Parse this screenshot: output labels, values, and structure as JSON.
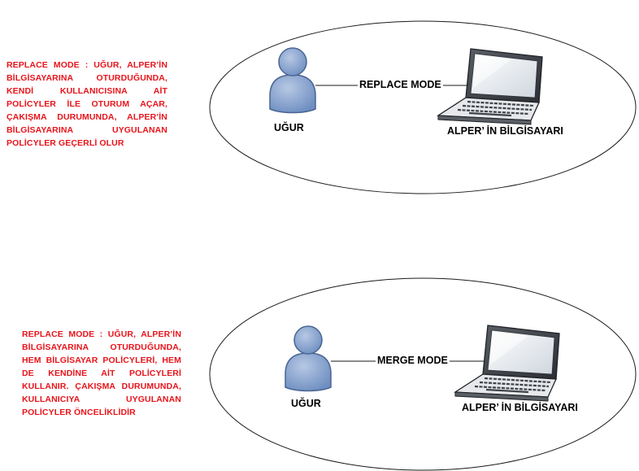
{
  "scenarios": [
    {
      "note": "REPLACE MODE :  UĞUR, ALPER’İN BİLGİSAYARINA OTURDUĞUNDA, KENDİ KULLANICISINA AİT POLİCYLER İLE OTURUM AÇAR, ÇAKIŞMA DURUMUNDA, ALPER’İN BİLGİSAYARINA UYGULANAN POLİCYLER GEÇERLİ OLUR",
      "user_label": "UĞUR",
      "computer_label": "ALPER’ İN BİLGİSAYARI",
      "mode_label": "REPLACE MODE"
    },
    {
      "note": "REPLACE MODE :  UĞUR, ALPER’İN BİLGİSAYARINA OTURDUĞUNDA, HEM BİLGİSAYAR POLİCYLERİ, HEM DE KENDİNE AİT POLİCYLERİ KULLANIR. ÇAKIŞMA DURUMUNDA, KULLANICIYA UYGULANAN POLİCYLER ÖNCELİKLİDİR",
      "user_label": "UĞUR",
      "computer_label": "ALPER’ İN BİLGİSAYARI",
      "mode_label": "MERGE MODE"
    }
  ],
  "colors": {
    "note_text": "#e8141b",
    "user_fill": "#8aa4cd",
    "user_stroke": "#4a6593",
    "ellipse_stroke": "#1a1a1a",
    "connector": "#1a1a1a"
  },
  "icons": [
    "user-icon",
    "laptop-icon"
  ]
}
